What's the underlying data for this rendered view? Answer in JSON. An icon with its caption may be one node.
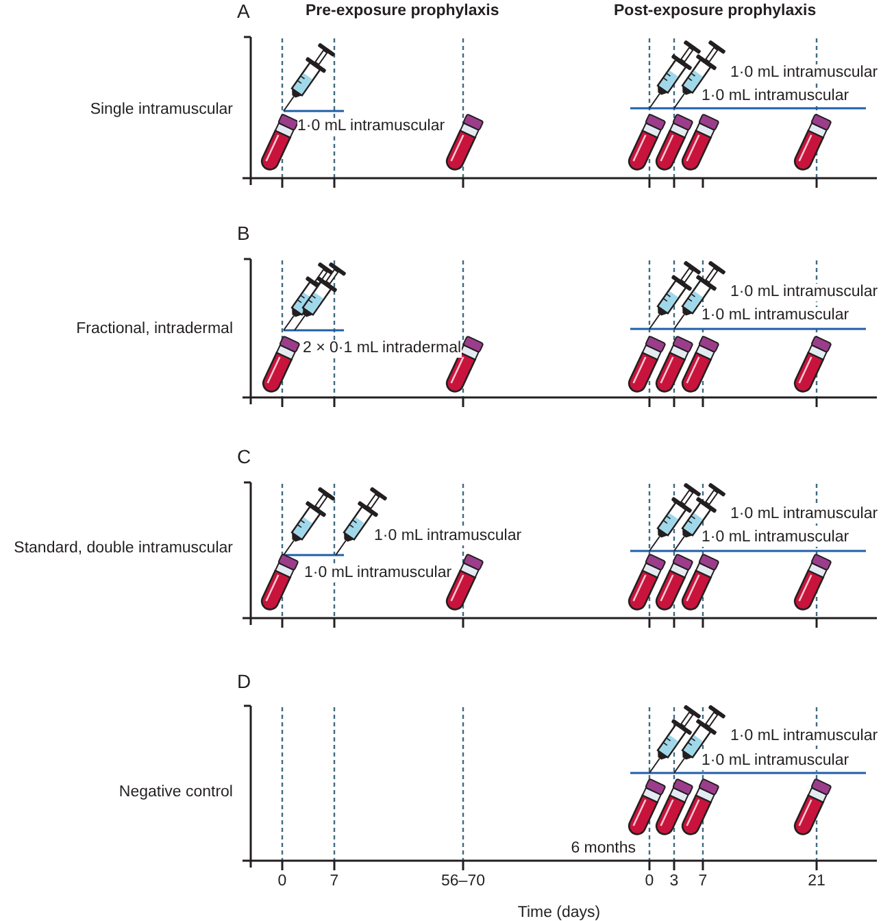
{
  "diagram": {
    "labels": [
      "A",
      "Pre-exposure prophylaxis",
      "Post-exposure prophylaxis",
      "Single intramuscular",
      "1·0 mL intramuscular",
      "1·0 mL intramuscular",
      "1·0 mL intramuscular",
      "B",
      "Fractional, intradermal",
      "2 × 0·1 mL intradermal",
      "1·0 mL intramuscular",
      "1·0 mL intramuscular",
      "C",
      "Standard, double intramuscular",
      "1·0 mL intramuscular",
      "1·0 mL intramuscular",
      "1·0 mL intramuscular",
      "1·0 mL intramuscular",
      "D",
      "Negative control",
      "1·0 mL intramuscular",
      "1·0 mL intramuscular",
      "6 months",
      "0",
      "7",
      "56–70",
      "0",
      "3",
      "7",
      "21",
      "Time (days)"
    ]
  }
}
